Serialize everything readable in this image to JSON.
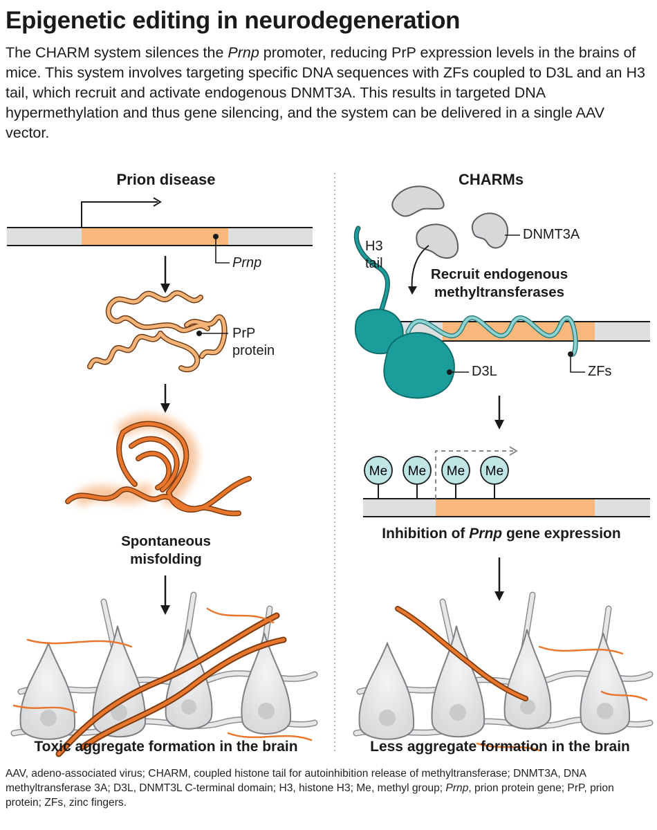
{
  "title": "Epigenetic editing in neurodegeneration",
  "intro": {
    "part1": "The CHARM system silences the ",
    "gene": "Prnp",
    "part2": " promoter, reducing PrP expression levels in the brains of mice. This system involves targeting specific DNA sequences with ZFs coupled to D3L and an H3 tail, which recruit and activate endogenous DNMT3A. This results in targeted DNA hypermethylation and thus gene silencing, and the system can be delivered in a single AAV vector."
  },
  "left_panel": {
    "title": "Prion disease",
    "gene_label": "Prnp",
    "protein_label_1": "PrP",
    "protein_label_2": "protein",
    "misfold_label_1": "Spontaneous",
    "misfold_label_2": "misfolding",
    "caption": "Toxic aggregate formation in the brain"
  },
  "right_panel": {
    "title": "CHARMs",
    "dnmt_label": "DNMT3A",
    "h3_label_1": "H3",
    "h3_label_2": "tail",
    "recruit_label_1": "Recruit endogenous",
    "recruit_label_2": "methyltransferases",
    "d3l_label": "D3L",
    "zf_label": "ZFs",
    "me_labels": [
      "Me",
      "Me",
      "Me",
      "Me"
    ],
    "inhibition_part1": "Inhibition of ",
    "inhibition_gene": "Prnp",
    "inhibition_part2": " gene expression",
    "caption": "Less aggregate formation in the brain"
  },
  "footnote": {
    "part1": "AAV, adeno-associated virus; CHARM, coupled histone tail for autoinhibition release of methyltransferase; DNMT3A, DNA methyltransferase 3A; D3L, DNMT3L C-terminal domain; H3, histone H3; Me, methyl group; ",
    "gene": "Prnp",
    "part2": ", prion protein gene; PrP, prion protein; ZFs, zinc fingers."
  },
  "colors": {
    "gene_orange": "#f8b77b",
    "dark_orange": "#e0702a",
    "teal": "#1a9d9b",
    "teal_light": "#8fd3d2",
    "dna_gray": "#dedfe0",
    "neuron_gray": "#e6e7e8"
  }
}
